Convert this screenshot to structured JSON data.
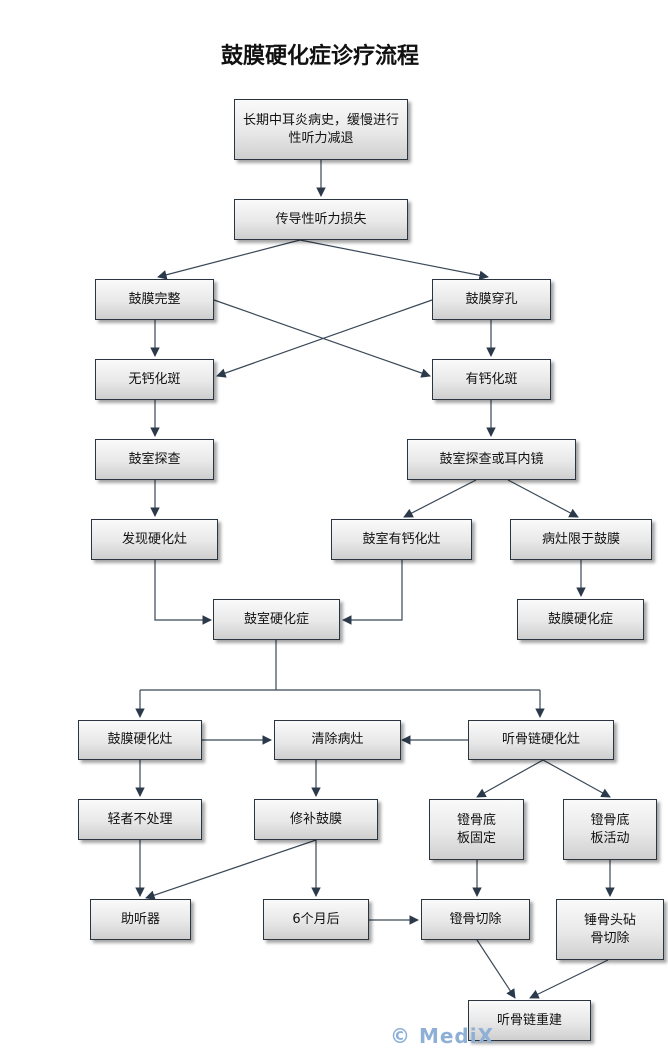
{
  "title": "鼓膜硬化症诊疗流程",
  "nodes": {
    "history": "长期中耳炎病史，缓慢进行性听力减退",
    "conductive": "传导性听力损失",
    "intact": "鼓膜完整",
    "perforation": "鼓膜穿孔",
    "no_calc": "无钙化斑",
    "calc": "有钙化斑",
    "tymp_explore": "鼓室探查",
    "tymp_endo": "鼓室探查或耳内镜",
    "found_focus": "发现硬化灶",
    "tymp_calc_focus": "鼓室有钙化灶",
    "limited_drum": "病灶限于鼓膜",
    "tymp_sclerosis": "鼓室硬化症",
    "myringosclerosis": "鼓膜硬化症",
    "drum_focus": "鼓膜硬化灶",
    "clear_focus": "清除病灶",
    "ossicle_focus": "听骨链硬化灶",
    "mild_none": "轻者不处理",
    "repair_drum": "修补鼓膜",
    "stapes_fixed": "镫骨底板固定",
    "stapes_mobile": "镫骨底板活动",
    "hearing_aid": "助听器",
    "six_months": "6个月后",
    "stapedectomy": "镫骨切除",
    "malleus_incus": "锤骨头砧骨切除",
    "reconstruction": "听骨链重建"
  },
  "watermark": "© MediX"
}
